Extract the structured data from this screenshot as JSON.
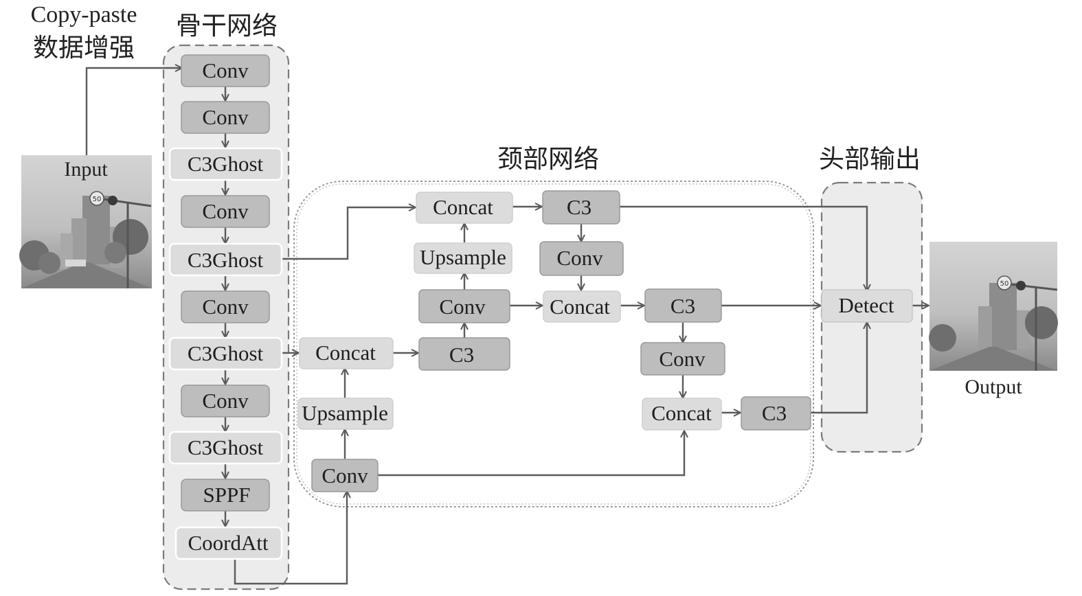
{
  "copy_paste": {
    "line1": "Copy-paste",
    "line2": "数据增强"
  },
  "sections": {
    "backbone": "骨干网络",
    "neck": "颈部网络",
    "head": "头部输出"
  },
  "images": {
    "input_label": "Input",
    "output_label": "Output",
    "sign_text": "50"
  },
  "backbone_layers": [
    "Conv",
    "Conv",
    "C3Ghost",
    "Conv",
    "C3Ghost",
    "Conv",
    "C3Ghost",
    "Conv",
    "C3Ghost",
    "SPPF",
    "CoordAtt"
  ],
  "neck": {
    "concat_top": "Concat",
    "c3_top": "C3",
    "upsample_top": "Upsample",
    "conv_top_right": "Conv",
    "conv_mid": "Conv",
    "concat_mid": "Concat",
    "c3_mid_right": "C3",
    "concat_left": "Concat",
    "c3_left": "C3",
    "conv_right_low": "Conv",
    "upsample_left": "Upsample",
    "concat_low": "Concat",
    "c3_low": "C3",
    "conv_bottom": "Conv"
  },
  "head": {
    "detect": "Detect"
  },
  "colors": {
    "dark_box": "#bdbdbd",
    "light_box": "#dcdcdc",
    "panel": "#ececec",
    "edge": "#5a5a5a"
  }
}
